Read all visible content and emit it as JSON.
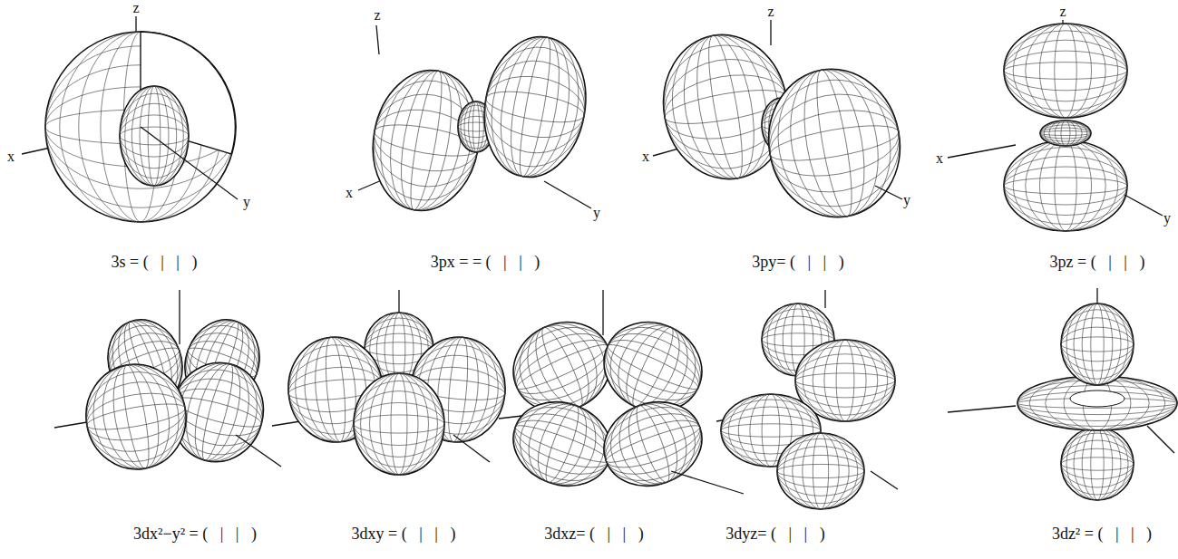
{
  "diagram": {
    "labels": [
      "z",
      "x",
      "y",
      "3s = (   |   |   )",
      "z",
      "x",
      "y",
      "3px = = (   |   |   )",
      "z",
      "x",
      "y",
      "3py= (   |   |   )",
      "z",
      "x",
      "y",
      "3pz = (   |   |   )",
      "3dx²−y² = (   |   |   )",
      "3dxy = (   |   |   )",
      "3dxz= (   |   |   )",
      "3dyz= (   |   |   )",
      "3dz² = (   |   |   )"
    ]
  }
}
